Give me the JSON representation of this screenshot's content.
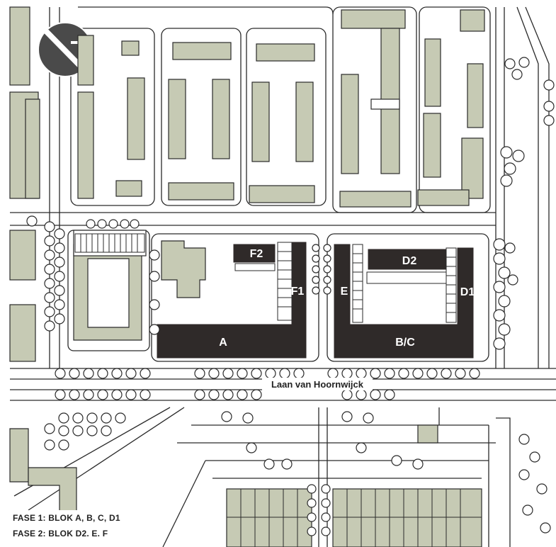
{
  "map": {
    "colors": {
      "building": "#c6cab4",
      "dark_block": "#2f2a29",
      "line": "#2a2a2a",
      "background": "#ffffff"
    },
    "compass_icon": "north-arrow-icon",
    "blocks": {
      "a": "A",
      "bc": "B/C",
      "d1": "D1",
      "d2": "D2",
      "e": "E",
      "f1": "F1",
      "f2": "F2"
    },
    "road": "Laan van Hoornwijck"
  },
  "legend": {
    "line1": "FASE 1: BLOK A, B, C, D1",
    "line2": "FASE 2: BLOK D2. E. F"
  }
}
